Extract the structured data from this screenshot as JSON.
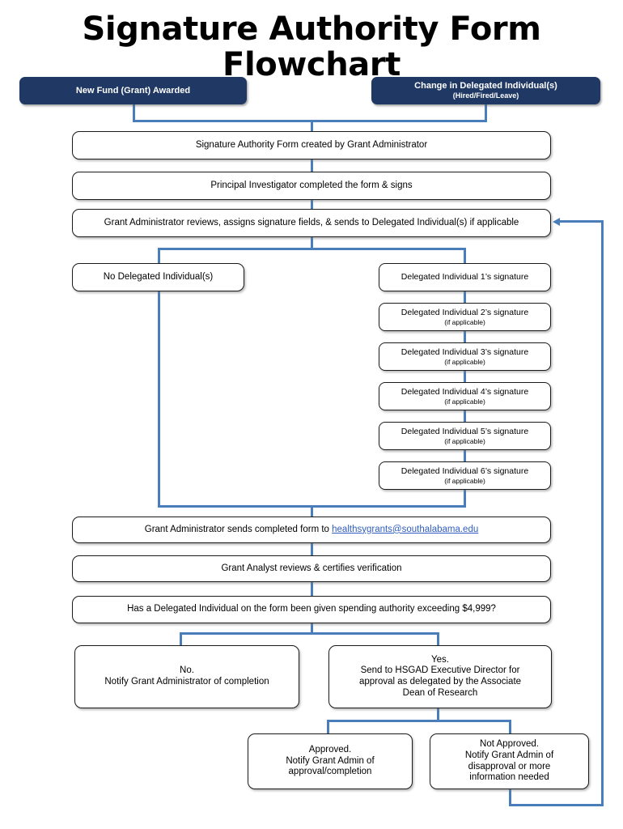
{
  "page": {
    "title": "Signature Authority Form Flowchart",
    "accent_connector_color": "#4a7ebb",
    "terminator_fill_color": "#1f3864",
    "link_color": "#2f5dc0",
    "box_border_color": "#1a1a1a",
    "background_color": "#ffffff"
  },
  "nodes": {
    "start_new_fund": "New Fund (Grant) Awarded",
    "start_change_delegated": "Change in Delegated Individual(s)",
    "start_change_delegated_sub": "(Hired/Fired/Leave)",
    "form_created": "Signature Authority Form created by Grant Administrator",
    "pi_completes": "Principal Investigator completed the form & signs",
    "ga_reviews": "Grant Administrator reviews, assigns signature fields, & sends to Delegated Individual(s) if applicable",
    "no_delegated": "No Delegated Individual(s)",
    "delegated_1": "Delegated Individual 1’s signature",
    "delegated_2": "Delegated Individual 2’s signature",
    "delegated_3": "Delegated Individual 3’s signature",
    "delegated_4": "Delegated Individual 4’s signature",
    "delegated_5": "Delegated Individual 5’s signature",
    "delegated_6": "Delegated Individual 6’s signature",
    "if_applicable": "(if applicable)",
    "sends_completed_prefix": "Grant Administrator sends completed form to ",
    "sends_completed_email": "healthsygrants@southalabama.edu",
    "analyst_reviews": "Grant Analyst reviews & certifies verification",
    "spending_question": "Has a Delegated Individual on the form been given spending authority exceeding $4,999?",
    "branch_no_line1": "No.",
    "branch_no_line2": "Notify Grant Administrator of completion",
    "branch_yes_line1": "Yes.",
    "branch_yes_line2": "Send to HSGAD Executive Director for",
    "branch_yes_line3": "approval as delegated by the Associate",
    "branch_yes_line4": "Dean of Research",
    "approved_line1": "Approved.",
    "approved_line2": "Notify Grant Admin of",
    "approved_line3": "approval/completion",
    "not_approved_line1": "Not Approved.",
    "not_approved_line2": "Notify Grant Admin of",
    "not_approved_line3": "disapproval or more",
    "not_approved_line4": "information needed"
  }
}
